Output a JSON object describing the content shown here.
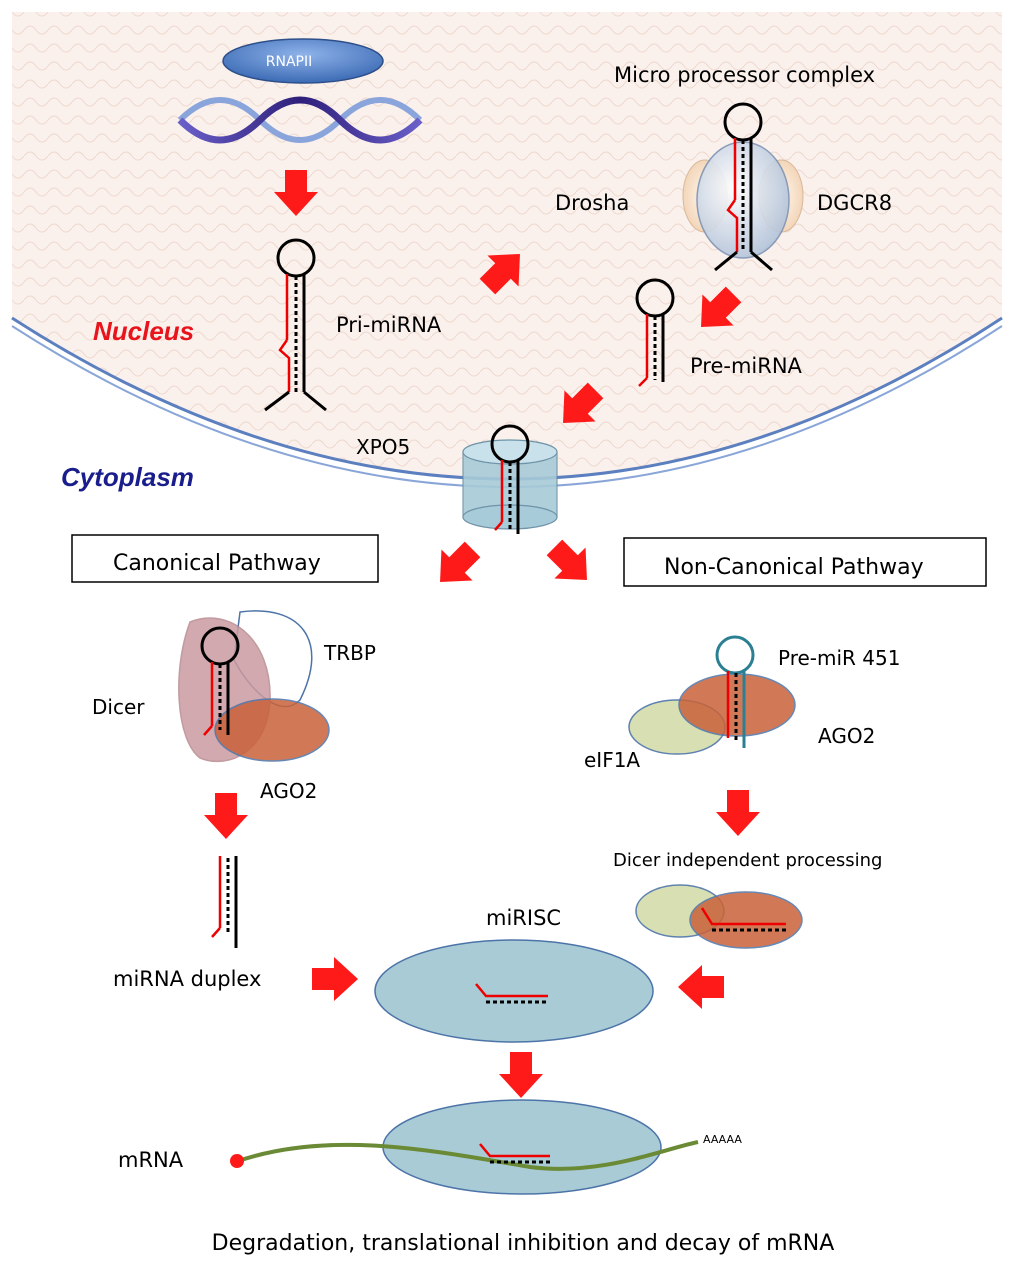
{
  "colors": {
    "arrow": "#ff1a1a",
    "nucleus_fill": "#fbf1ec",
    "nucleus_pattern": "#f0dcd3",
    "membrane": "#5b7fbf",
    "nucleus_label": "#e8131b",
    "cytoplasm_label": "#1a1e8c",
    "risc_fill": "#a8cbd6",
    "dicer_fill": "#c99ba0",
    "ago2_fill": "#c9623a",
    "eif1a_fill": "#d4dcaa",
    "mrna_line": "#6b8a35",
    "rnapii_fill": "#4e7fc5",
    "dna_dark": "#3a2f8a",
    "dna_light": "#8aa4dc"
  },
  "labels": {
    "rnapii": "RNAPII",
    "microprocessor": "Micro processor complex",
    "drosha": "Drosha",
    "dgcr8": "DGCR8",
    "pri_mirna": "Pri-miRNA",
    "nucleus": "Nucleus",
    "pre_mirna": "Pre-miRNA",
    "xpo5": "XPO5",
    "cytoplasm": "Cytoplasm",
    "canonical": "Canonical Pathway",
    "non_canonical": "Non-Canonical Pathway",
    "trbp": "TRBP",
    "dicer": "Dicer",
    "ago2_left": "AGO2",
    "pre_mir451": "Pre-miR 451",
    "ago2_right": "AGO2",
    "eif1a": "eIF1A",
    "dicer_independent": "Dicer independent processing",
    "mirisc": "miRISC",
    "mirna_duplex": "miRNA duplex",
    "mrna": "mRNA",
    "polya": "AAAAA",
    "bottom": "Degradation, translational inhibition and decay of mRNA"
  }
}
